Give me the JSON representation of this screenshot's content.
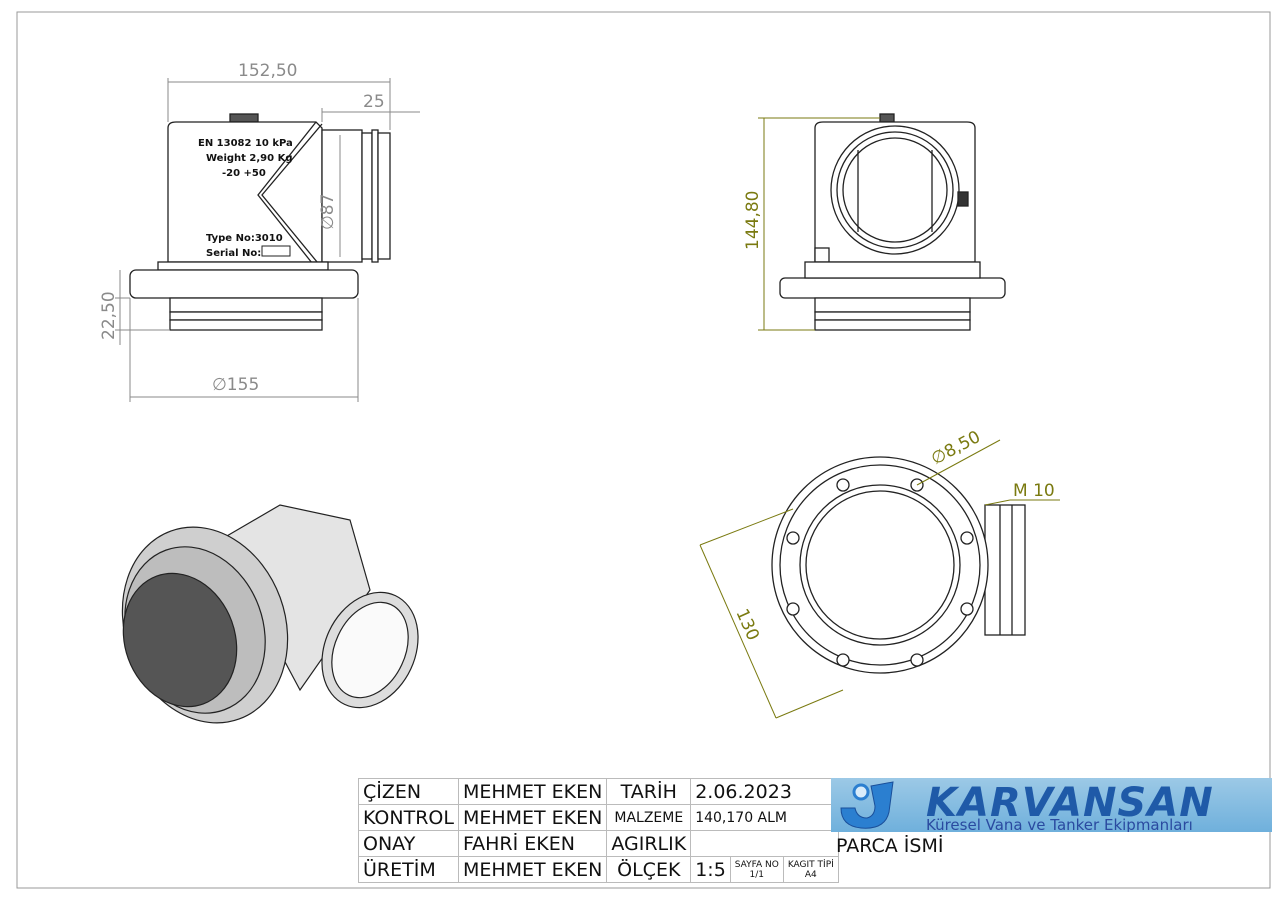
{
  "front_view": {
    "dim_overall_width": "152,50",
    "dim_pipe_length": "25",
    "dim_pipe_diameter": "∅87",
    "dim_flange_height": "22,50",
    "dim_flange_diameter": "∅155",
    "label_line1": "EN 13082 10 kPa",
    "label_line2": "Weight 2,90 Kg",
    "label_line3": "-20 +50",
    "label_type": "Type No:3010",
    "label_serial": "Serial No:"
  },
  "side_view": {
    "dim_height": "144,80"
  },
  "bottom_view": {
    "dim_hole_diameter": "∅8,50",
    "dim_thread": "M 10",
    "dim_bolt_circle": "130"
  },
  "title_block": {
    "rows": [
      {
        "role": "ÇİZEN",
        "name": "MEHMET EKEN",
        "field": "TARİH",
        "value": "2.06.2023"
      },
      {
        "role": "KONTROL",
        "name": "MEHMET EKEN",
        "field": "MALZEME",
        "value": "140,170 ALM"
      },
      {
        "role": "ONAY",
        "name": "FAHRİ EKEN",
        "field": "AGIRLIK",
        "value": ""
      },
      {
        "role": "ÜRETİM",
        "name": "MEHMET EKEN",
        "field": "ÖLÇEK",
        "value": "1:5"
      }
    ],
    "sheet_no_label": "SAYFA NO",
    "sheet_no": "1/1",
    "paper_label": "KAGIT TİPİ",
    "paper": "A4",
    "part_name_label": "PARCA İSMİ"
  },
  "logo": {
    "name": "KARVANSAN",
    "tagline": "Küresel Vana ve Tanker Ekipmanları"
  },
  "colors": {
    "dimension_olive": "#7a7a10",
    "dimension_grey": "#8a8a8a",
    "logo_blue": "#1f5aa8"
  }
}
